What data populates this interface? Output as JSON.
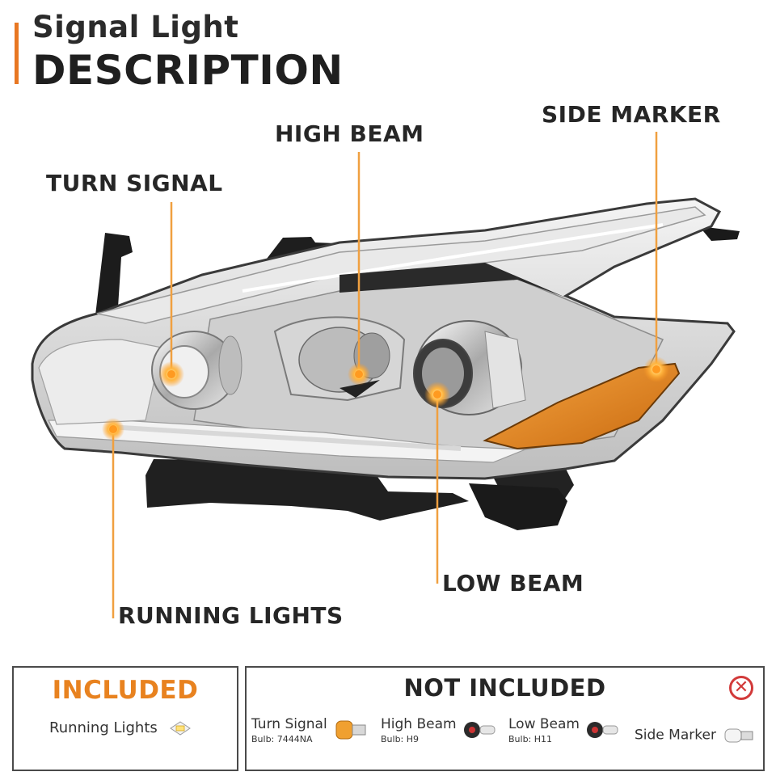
{
  "header": {
    "line1": "Signal Light",
    "line2": "DESCRIPTION"
  },
  "callouts": {
    "turn_signal": "TURN SIGNAL",
    "high_beam": "HIGH BEAM",
    "side_marker": "SIDE MARKER",
    "low_beam": "LOW BEAM",
    "running_lights": "RUNNING LIGHTS"
  },
  "included": {
    "title": "INCLUDED",
    "items": [
      {
        "label": "Running Lights"
      }
    ]
  },
  "not_included": {
    "title": "NOT INCLUDED",
    "items": [
      {
        "label": "Turn Signal",
        "bulb": "Bulb: 7444NA"
      },
      {
        "label": "High Beam",
        "bulb": "Bulb: H9"
      },
      {
        "label": "Low Beam",
        "bulb": "Bulb: H11"
      },
      {
        "label": "Side Marker",
        "bulb": ""
      }
    ]
  },
  "colors": {
    "accent": "#e87722",
    "amber_lens": "#e08a1e",
    "leader_line": "#f0a040",
    "not_included_icon": "#d23a3a"
  },
  "icons": [
    "led-chip-icon",
    "amber-bulb-icon",
    "h9-bulb-icon",
    "h11-bulb-icon",
    "clear-bulb-icon",
    "x-circle-icon"
  ]
}
